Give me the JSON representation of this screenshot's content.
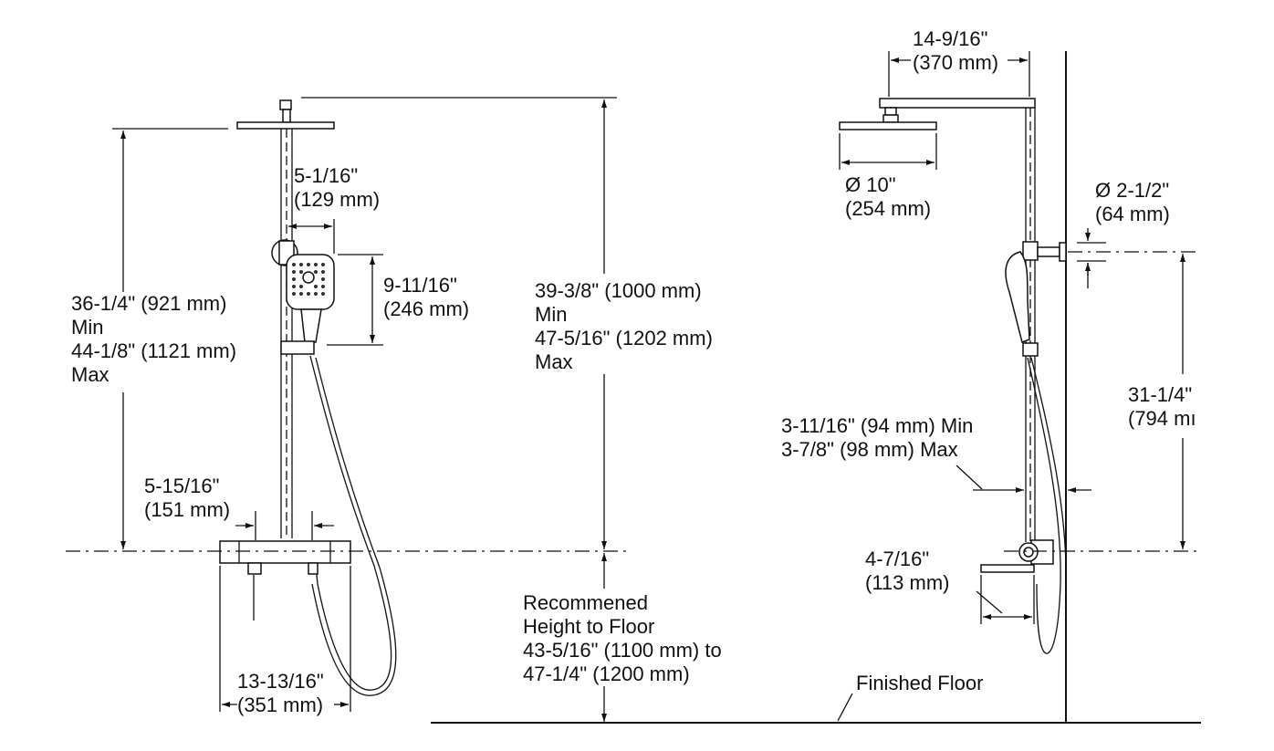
{
  "front_view": {
    "overall_height": [
      "36-1/4\" (921 mm)",
      "Min",
      "44-1/8\" (1121 mm)",
      "Max"
    ],
    "handshower_offset": [
      "5-1/16\"",
      "(129 mm)"
    ],
    "handshower_height": [
      "9-11/16\"",
      "(246 mm)"
    ],
    "top_height": [
      "39-3/8\" (1000 mm)",
      "Min",
      "47-5/16\" (1202 mm)",
      "Max"
    ],
    "valve_offset": [
      "5-15/16\"",
      "(151 mm)"
    ],
    "valve_width": [
      "13-13/16\"",
      "(351 mm)"
    ],
    "recommended_height": [
      "Recommened",
      "Height to Floor",
      "43-5/16\" (1100 mm) to",
      "47-1/4\" (1200 mm)"
    ]
  },
  "side_view": {
    "arm_length": [
      "14-9/16\"",
      "(370 mm)"
    ],
    "head_diameter": [
      "Ø 10\"",
      "(254 mm)"
    ],
    "flange_diameter": [
      "Ø 2-1/2\"",
      "(64 mm)"
    ],
    "outlet_height": [
      "31-1/4\"",
      "(794 mı"
    ],
    "wall_offset": [
      "3-11/16\" (94 mm) Min",
      "3-7/8\" (98 mm) Max"
    ],
    "spout_length": [
      "4-7/16\"",
      "(113 mm)"
    ],
    "floor_label": "Finished Floor"
  }
}
